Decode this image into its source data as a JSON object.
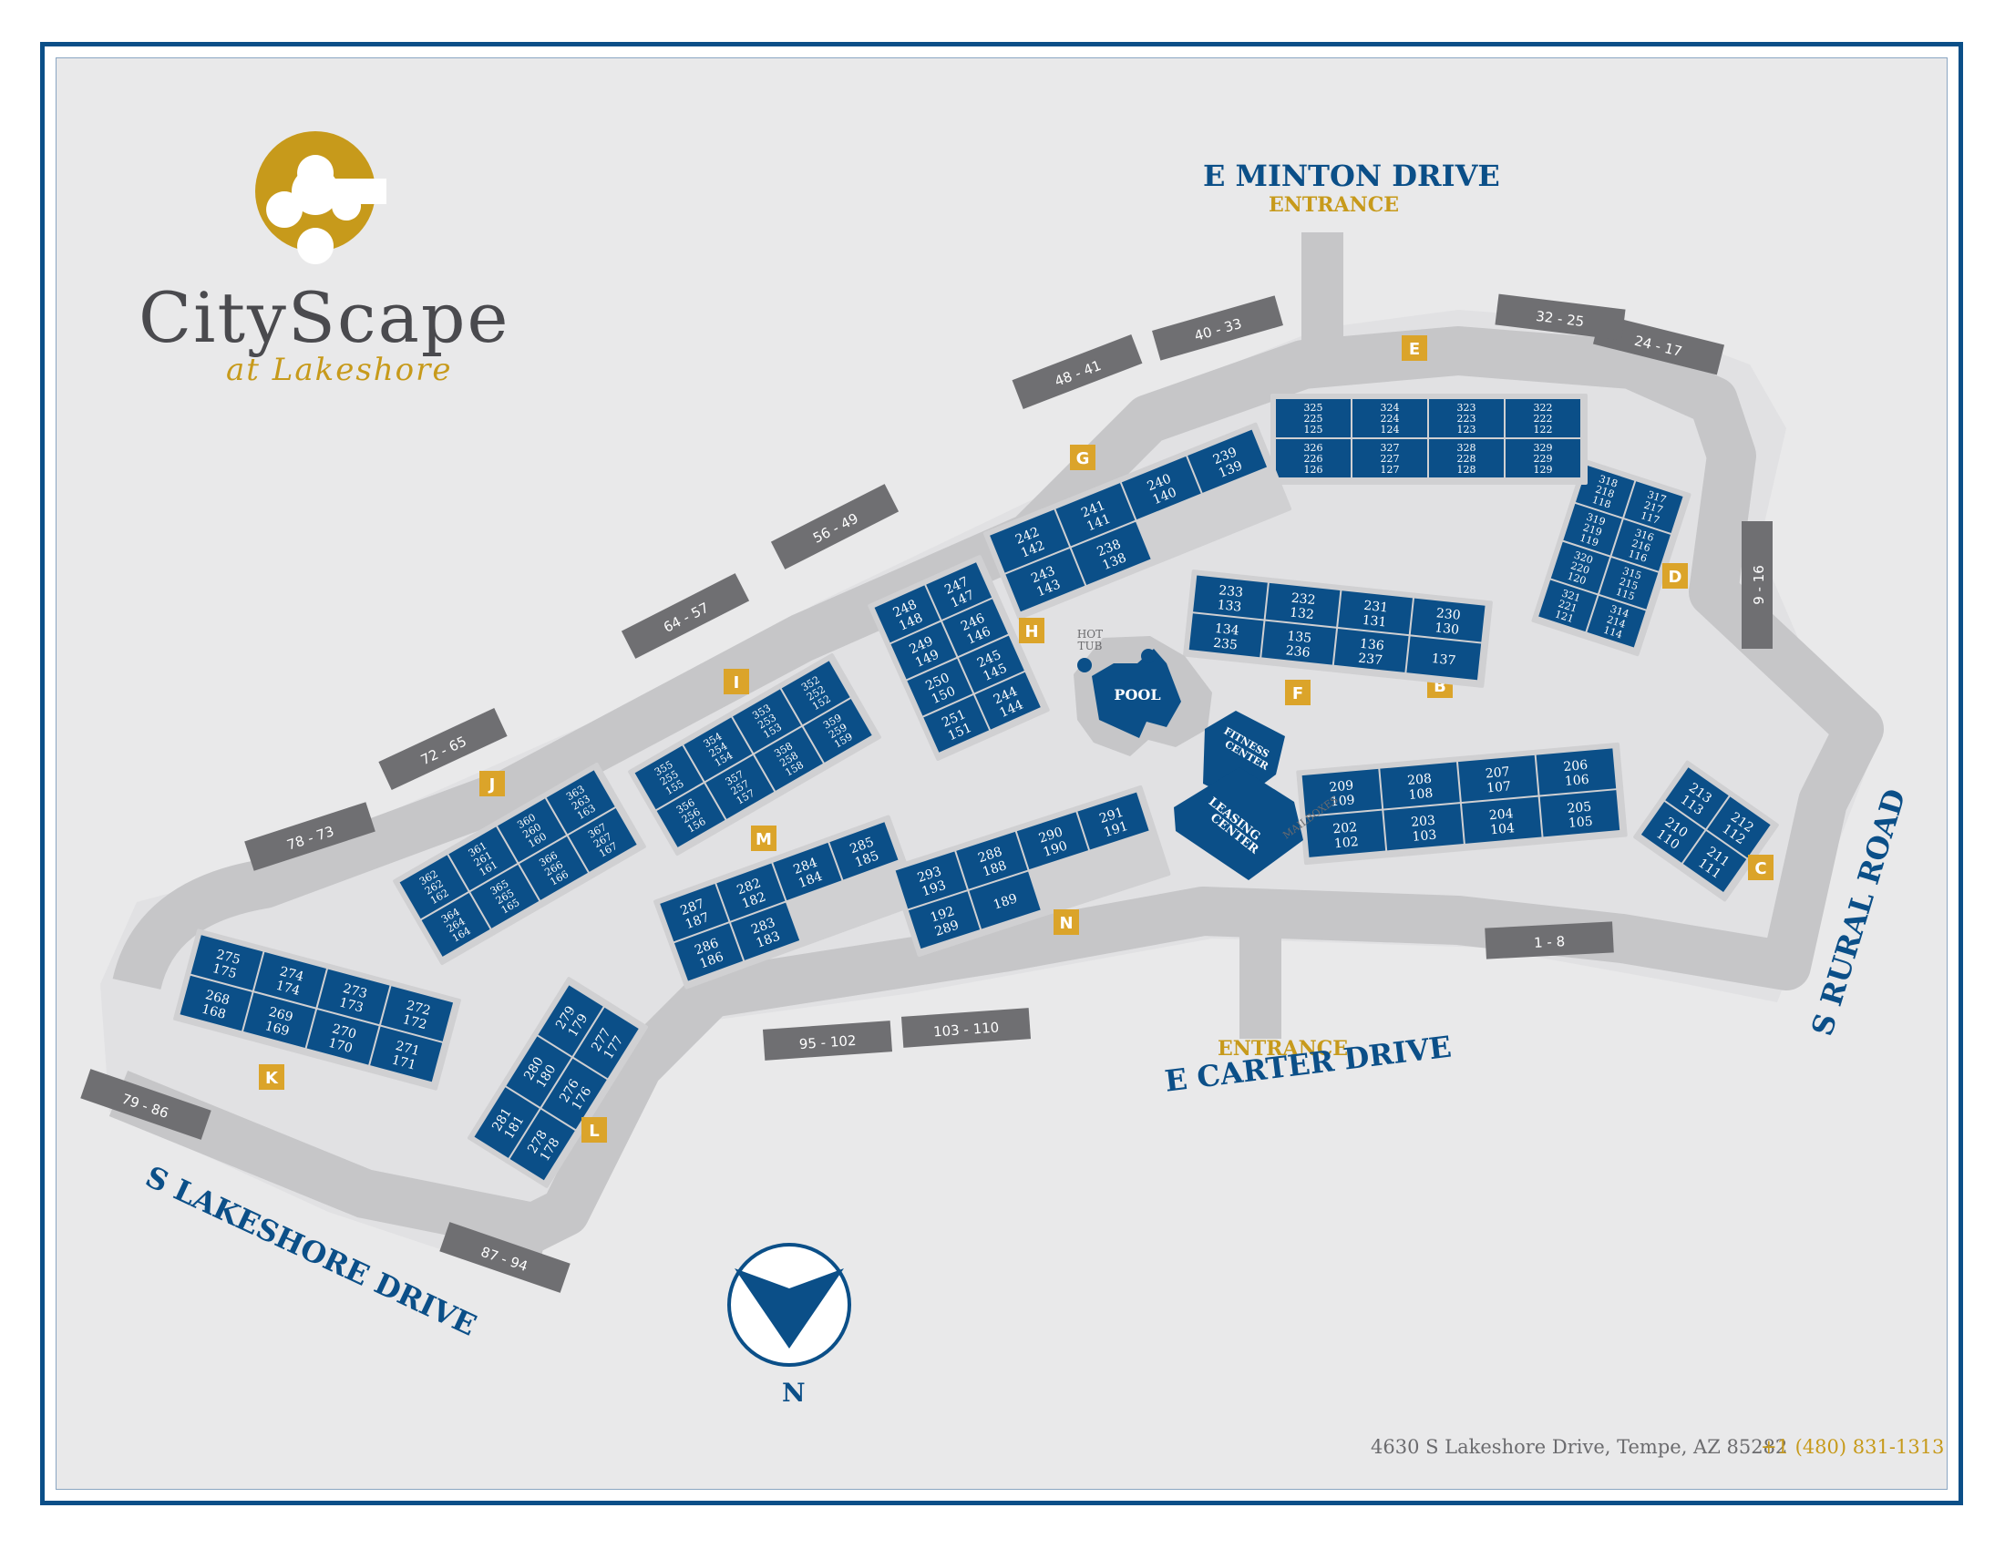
{
  "brand": {
    "name": "CityScape",
    "tagline": "at Lakeshore",
    "logo_color": "#c79a1b"
  },
  "colors": {
    "building": "#0b4f88",
    "road": "#c9c9cb",
    "ground": "#e4e4e6",
    "garage": "#6f6f72",
    "marker": "#dba42a"
  },
  "streets": {
    "north": "E MINTON DRIVE",
    "north_entrance": "ENTRANCE",
    "south": "E CARTER DRIVE",
    "south_entrance": "ENTRANCE",
    "east": "S RURAL ROAD",
    "west": "S LAKESHORE DRIVE"
  },
  "compass": {
    "label": "N",
    "icon": "compass-arrow-icon"
  },
  "footer": {
    "address": "4630 S Lakeshore Drive, Tempe, AZ 85282",
    "phone": "+1 (480) 831-1313"
  },
  "amenities": {
    "hot_tub": [
      "HOT",
      "TUB"
    ],
    "pool": "POOL",
    "fitness": [
      "FITNESS",
      "CENTER"
    ],
    "leasing": [
      "LEASING",
      "CENTER"
    ],
    "mailboxes": "MAILBOXES"
  },
  "garages": [
    "1 - 8",
    "9 - 16",
    "24 - 17",
    "32 - 25",
    "40 - 33",
    "48 - 41",
    "56 - 49",
    "64 - 57",
    "72 - 65",
    "78 - 73",
    "79 - 86",
    "87 - 94",
    "95 - 102",
    "103 - 110"
  ],
  "buildings": [
    {
      "letter": "B",
      "units": [
        "209",
        "109",
        "208",
        "108",
        "207",
        "107",
        "206",
        "106",
        "202",
        "102",
        "203",
        "103",
        "204",
        "104",
        "205",
        "105"
      ]
    },
    {
      "letter": "C",
      "units": [
        "213",
        "113",
        "212",
        "112",
        "210",
        "110",
        "211",
        "111"
      ]
    },
    {
      "letter": "D",
      "units": [
        "318",
        "218",
        "118",
        "317",
        "217",
        "117",
        "319",
        "219",
        "119",
        "316",
        "216",
        "116",
        "320",
        "220",
        "120",
        "315",
        "215",
        "115",
        "321",
        "221",
        "121",
        "314",
        "214",
        "114"
      ]
    },
    {
      "letter": "E",
      "units": [
        "325",
        "225",
        "125",
        "324",
        "224",
        "124",
        "323",
        "223",
        "123",
        "322",
        "222",
        "122",
        "326",
        "226",
        "126",
        "327",
        "227",
        "127",
        "328",
        "228",
        "128",
        "329",
        "229",
        "129"
      ]
    },
    {
      "letter": "F",
      "units": [
        "233",
        "133",
        "232",
        "132",
        "231",
        "131",
        "230",
        "130",
        "134",
        "235",
        "135",
        "236",
        "136",
        "237",
        "137"
      ]
    },
    {
      "letter": "G",
      "units": [
        "242",
        "142",
        "241",
        "141",
        "240",
        "140",
        "239",
        "139",
        "243",
        "143",
        "238",
        "138"
      ]
    },
    {
      "letter": "H",
      "units": [
        "248",
        "148",
        "247",
        "147",
        "249",
        "149",
        "246",
        "146",
        "250",
        "150",
        "245",
        "145",
        "251",
        "151",
        "244",
        "144"
      ]
    },
    {
      "letter": "I",
      "units": [
        "355",
        "255",
        "155",
        "354",
        "254",
        "154",
        "353",
        "253",
        "153",
        "352",
        "252",
        "152",
        "356",
        "256",
        "156",
        "357",
        "257",
        "157",
        "358",
        "258",
        "158",
        "359",
        "259",
        "159"
      ]
    },
    {
      "letter": "J",
      "units": [
        "362",
        "262",
        "162",
        "361",
        "261",
        "161",
        "360",
        "260",
        "160",
        "363",
        "263",
        "163",
        "364",
        "264",
        "164",
        "365",
        "265",
        "165",
        "366",
        "266",
        "166",
        "367",
        "267",
        "167"
      ]
    },
    {
      "letter": "K",
      "units": [
        "275",
        "175",
        "274",
        "174",
        "273",
        "173",
        "272",
        "172",
        "268",
        "168",
        "269",
        "169",
        "270",
        "170",
        "271",
        "171"
      ]
    },
    {
      "letter": "L",
      "units": [
        "281",
        "181",
        "280",
        "180",
        "279",
        "179",
        "278",
        "178",
        "276",
        "176",
        "277",
        "177"
      ]
    },
    {
      "letter": "M",
      "units": [
        "287",
        "187",
        "282",
        "182",
        "284",
        "184",
        "285",
        "185",
        "286",
        "186",
        "283",
        "183"
      ]
    },
    {
      "letter": "N",
      "units": [
        "293",
        "193",
        "288",
        "188",
        "290",
        "190",
        "291",
        "191",
        "192",
        "289",
        "189"
      ]
    }
  ]
}
